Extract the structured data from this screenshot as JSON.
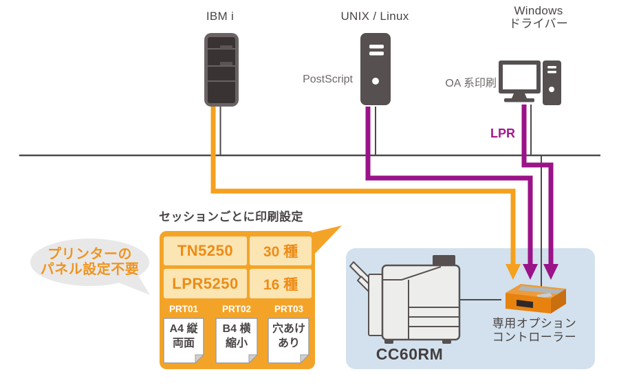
{
  "colors": {
    "orange": "#F5A01E",
    "purple": "#9A1389",
    "dark_gray": "#565050",
    "text_dark": "#4A4444",
    "text_gray": "#6E6868",
    "network_line": "#4E4848",
    "table_frame": "#F3A428",
    "table_cell_bg": "#FBE5B3",
    "table_text_orange": "#EE8B15",
    "lpr_text": "#A2188F",
    "panel_blue": "#D2E1ED",
    "bubble_gray": "#E9E8E8",
    "bubble_text_orange": "#EF941F"
  },
  "hosts": {
    "ibmi": {
      "label": "IBM i"
    },
    "unix": {
      "label": "UNIX / Linux",
      "protocol": "PostScript"
    },
    "windows": {
      "label_line1": "Windows",
      "label_line2": "ドライバー",
      "print_type": "OA 系印刷",
      "protocol": "LPR"
    }
  },
  "session_settings": {
    "title": "セッションごとに印刷設定",
    "sessions": [
      {
        "protocol": "TN5250",
        "count": "30 種"
      },
      {
        "protocol": "LPR5250",
        "count": "16 種"
      }
    ],
    "printers": [
      {
        "id": "PRT01",
        "setting_line1": "A4 縦",
        "setting_line2": "両面"
      },
      {
        "id": "PRT02",
        "setting_line1": "B4 横",
        "setting_line2": "縮小"
      },
      {
        "id": "PRT03",
        "setting_line1": "穴あけ",
        "setting_line2": "あり"
      }
    ]
  },
  "callout": {
    "line1": "プリンターの",
    "line2": "パネル設定不要"
  },
  "printer": {
    "model": "CC60RM",
    "controller_label_line1": "専用オプション",
    "controller_label_line2": "コントローラー"
  }
}
